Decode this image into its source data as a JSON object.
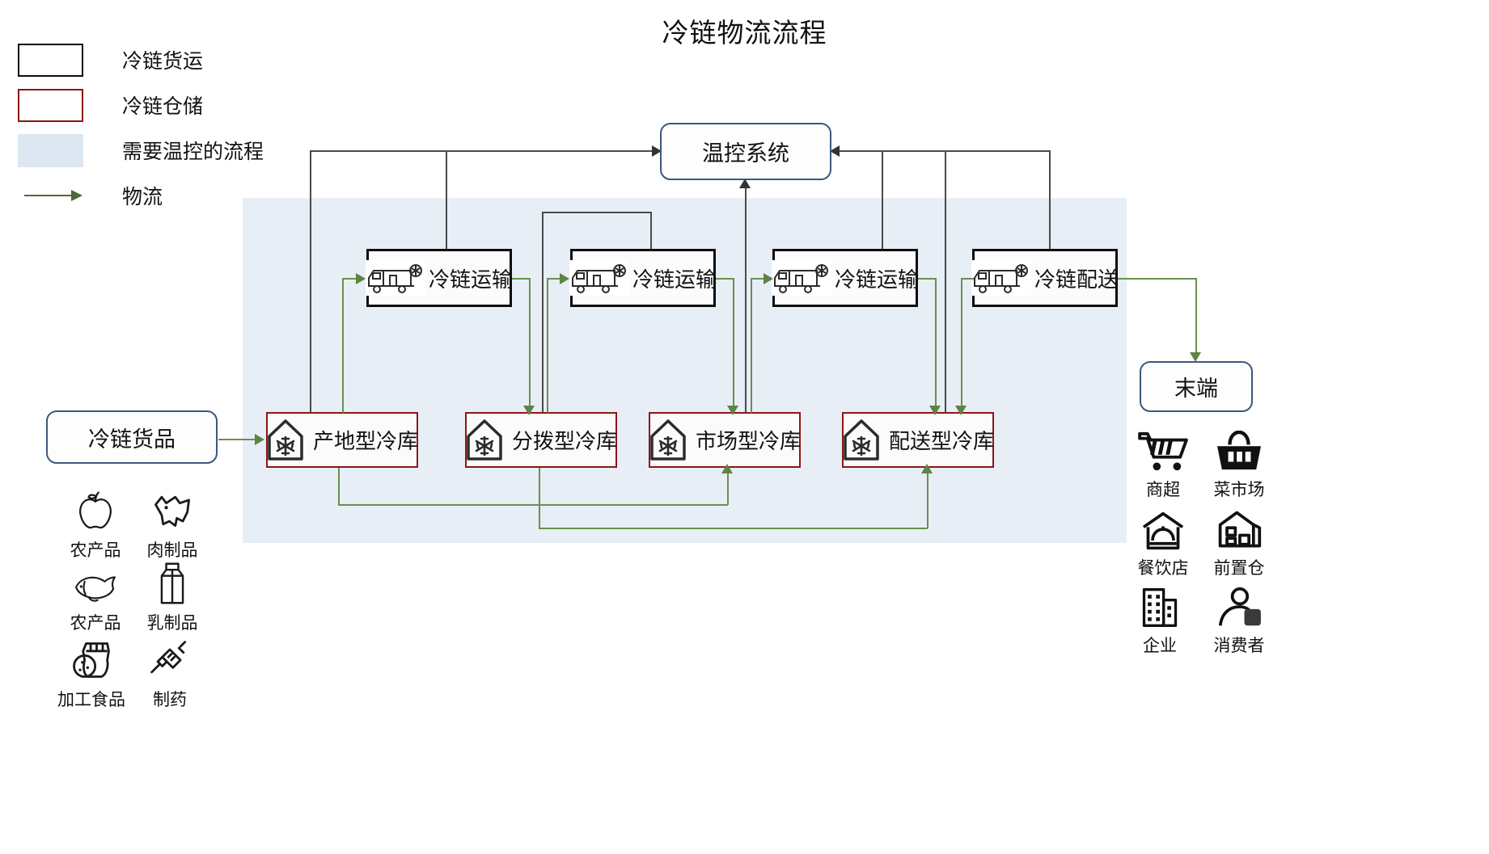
{
  "title": "冷链物流流程",
  "legend": {
    "items": [
      {
        "key": "freight",
        "label": "冷链货运",
        "swatch": "white-box-black-border",
        "color": "#0d0d0d"
      },
      {
        "key": "storage",
        "label": "冷链仓储",
        "swatch": "white-box-red-border",
        "color": "#8c1616"
      },
      {
        "key": "temp",
        "label": "需要温控的流程",
        "swatch": "filled-blue-rect",
        "color": "#dce7f1"
      },
      {
        "key": "flow",
        "label": "物流",
        "swatch": "green-arrow",
        "color": "#4a6b32"
      }
    ]
  },
  "nodes": {
    "temp_control": {
      "label": "温控系统",
      "style": "rounded-blue"
    },
    "goods": {
      "label": "冷链货品",
      "style": "rounded-blue"
    },
    "terminal": {
      "label": "末端",
      "style": "rounded-blue"
    },
    "transports": [
      {
        "label": "冷链运输",
        "icon": "refrigerated-truck-icon"
      },
      {
        "label": "冷链运输",
        "icon": "refrigerated-truck-icon"
      },
      {
        "label": "冷链运输",
        "icon": "refrigerated-truck-icon"
      },
      {
        "label": "冷链配送",
        "icon": "refrigerated-truck-icon"
      }
    ],
    "warehouses": [
      {
        "label": "产地型冷库",
        "icon": "cold-warehouse-icon"
      },
      {
        "label": "分拨型冷库",
        "icon": "cold-warehouse-icon"
      },
      {
        "label": "市场型冷库",
        "icon": "cold-warehouse-icon"
      },
      {
        "label": "配送型冷库",
        "icon": "cold-warehouse-icon"
      }
    ]
  },
  "goods_icons": [
    {
      "label": "农产品",
      "icon": "apple-icon"
    },
    {
      "label": "肉制品",
      "icon": "pig-icon"
    },
    {
      "label": "农产品",
      "icon": "fish-icon"
    },
    {
      "label": "乳制品",
      "icon": "milk-carton-icon"
    },
    {
      "label": "加工食品",
      "icon": "snack-bag-icon"
    },
    {
      "label": "制药",
      "icon": "syringe-icon"
    }
  ],
  "terminal_icons": [
    {
      "label": "商超",
      "icon": "shopping-cart-icon"
    },
    {
      "label": "菜市场",
      "icon": "shopping-basket-icon"
    },
    {
      "label": "餐饮店",
      "icon": "restaurant-icon"
    },
    {
      "label": "前置仓",
      "icon": "forward-warehouse-icon"
    },
    {
      "label": "企业",
      "icon": "office-building-icon"
    },
    {
      "label": "消费者",
      "icon": "consumer-person-icon"
    }
  ],
  "band": {
    "label": "需要温控的流程区域",
    "color": "#e7eef6"
  }
}
